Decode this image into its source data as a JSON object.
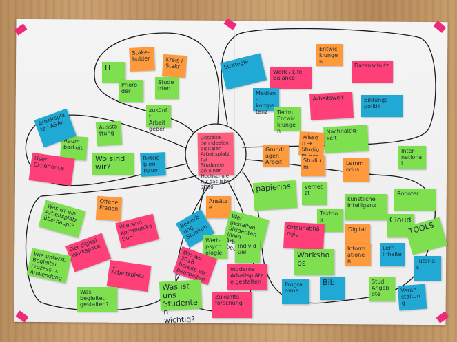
{
  "center": "Gestalte den idealen digitalen Arbeitsplatz für Studenten an einer Hochschule für das Jahr 2030",
  "notes": [
    {
      "t": "IT"
    },
    {
      "t": "Stake-holder"
    },
    {
      "t": "Kreis / Stakr"
    },
    {
      "t": "Prioroder"
    },
    {
      "t": "Studenten"
    },
    {
      "t": "zukünft Arbeitgeber"
    },
    {
      "t": "Ausstattung"
    },
    {
      "t": "Raum-barkeit"
    },
    {
      "t": "Wo sind wir?"
    },
    {
      "t": "Arbeitsplatz / ASAP"
    },
    {
      "t": "User Experience"
    },
    {
      "t": "Betrieb im Raum"
    },
    {
      "t": "Strategie"
    },
    {
      "t": "Work / Life Balance"
    },
    {
      "t": "Entwicklungen"
    },
    {
      "t": "Datenschutz"
    },
    {
      "t": "Medien-kompetenz"
    },
    {
      "t": "Arbeitswelt"
    },
    {
      "t": "Bildungs-politik"
    },
    {
      "t": "Techn. Entwicklungen"
    },
    {
      "t": "Nachhaltig-keit"
    },
    {
      "t": "Grundlagen Arbeit"
    },
    {
      "t": "Wissen → Studium Hos"
    },
    {
      "t": "Studium"
    },
    {
      "t": "Lernmodus"
    },
    {
      "t": "Inter-national"
    },
    {
      "t": "papierlos"
    },
    {
      "t": "vernetzt"
    },
    {
      "t": "künstliche Intelligenz"
    },
    {
      "t": "Roboter"
    },
    {
      "t": "Textbox"
    },
    {
      "t": "Digital"
    },
    {
      "t": "Cloud"
    },
    {
      "t": "TOOLS"
    },
    {
      "t": "Ortsunabhängig"
    },
    {
      "t": "Informationen"
    },
    {
      "t": "Lern-inhalte"
    },
    {
      "t": "Tutorials"
    },
    {
      "t": "Workshops"
    },
    {
      "t": "Programme"
    },
    {
      "t": "Bib"
    },
    {
      "t": "Stud. Angebote"
    },
    {
      "t": "Veran-staltung"
    },
    {
      "t": "Offene Fragen"
    },
    {
      "t": "Was ist ein Arbeitsplatz überhaupt?"
    },
    {
      "t": "Wie sind Kommunikation?"
    },
    {
      "t": "Der digital Workspace"
    },
    {
      "t": "Wie unterst. Begleiter Prozess u. Anwendung"
    },
    {
      "t": "1. Arbeitsplatz"
    },
    {
      "t": "Was begleitet gestalten?"
    },
    {
      "t": "Ansätze"
    },
    {
      "t": "Bewerbung Studium"
    },
    {
      "t": "Wer gestalten Studenten ihren Arbeitsplatz (bei)?"
    },
    {
      "t": "Wert-psychologie"
    },
    {
      "t": "Individuell"
    },
    {
      "t": "Wie wo 2018 bereits etc. bearbeiten?"
    },
    {
      "t": "moderne Arbeitsplätze gestalten"
    },
    {
      "t": "Was ist uns Studenten wichtig?"
    },
    {
      "t": "Zukunfts-forschung"
    }
  ]
}
